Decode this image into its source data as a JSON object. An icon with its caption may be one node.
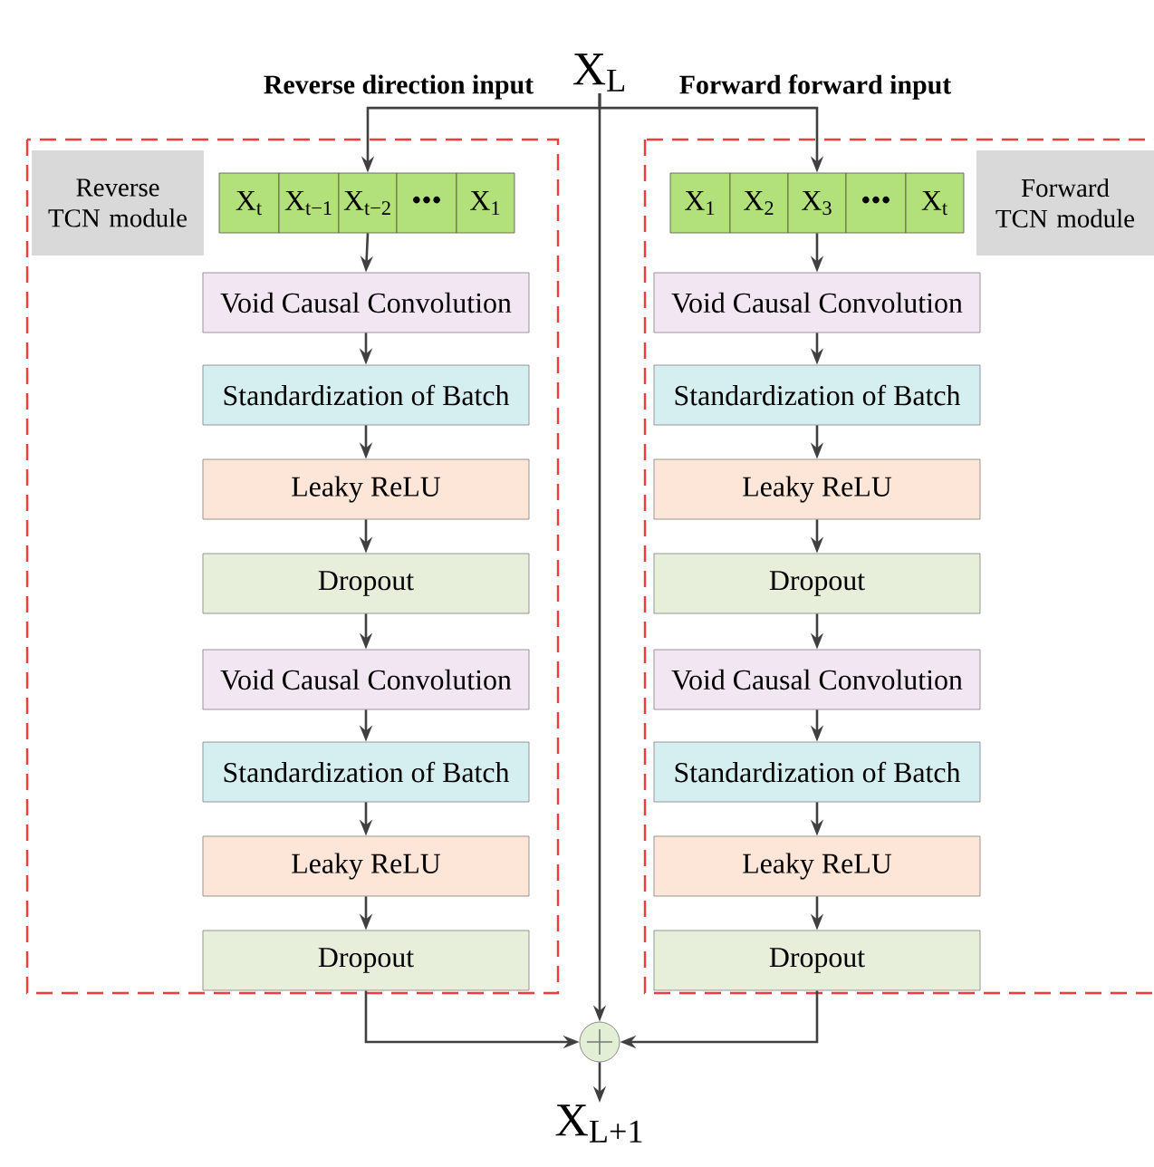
{
  "diagram": {
    "nodes": [
      {
        "text": [
          "X$_{L}$"
        ]
      },
      {
        "text": [],
        "shape": "box"
      },
      {
        "text": [
          "Reverse TCN module"
        ],
        "in": 1
      },
      {
        "text": [
          "X$_{t}$"
        ],
        "in": 1
      },
      {
        "text": [
          "X$_{t−1}$"
        ],
        "in": 1
      },
      {
        "text": [
          "X$_{t−2}$"
        ],
        "in": 1
      },
      {
        "text": [
          "•••"
        ],
        "in": 1
      },
      {
        "text": [
          "X$_{1}$"
        ],
        "in": 1
      },
      {
        "text": [
          "Void Causal Convolution"
        ],
        "in": 1
      },
      {
        "text": [
          "Standardization of Batch"
        ],
        "in": 1
      },
      {
        "text": [
          "Leaky ReLU"
        ],
        "in": 1
      },
      {
        "text": [
          "Dropout"
        ],
        "in": 1
      },
      {
        "text": [
          "Void Causal Convolution"
        ],
        "in": 1
      },
      {
        "text": [
          "Standardization of Batch"
        ],
        "in": 1
      },
      {
        "text": [
          "Leaky ReLU"
        ],
        "in": 1
      },
      {
        "text": [
          "Dropout"
        ],
        "in": 1
      },
      {
        "text": [],
        "shape": "box"
      },
      {
        "text": [
          "Forward TCN module"
        ],
        "in": 16
      },
      {
        "text": [
          "X$_{1}$"
        ],
        "in": 16
      },
      {
        "text": [
          "X$_{2}$"
        ],
        "in": 16
      },
      {
        "text": [
          "X$_{3}$"
        ],
        "in": 16
      },
      {
        "text": [
          "•••"
        ],
        "in": 16
      },
      {
        "text": [
          "X$_{t}$"
        ],
        "in": 16
      },
      {
        "text": [
          "Void Causal Convolution"
        ],
        "in": 16
      },
      {
        "text": [
          "Standardization of Batch"
        ],
        "in": 16
      },
      {
        "text": [
          "Leaky ReLU"
        ],
        "in": 16
      },
      {
        "text": [
          "Dropout"
        ],
        "in": 16
      },
      {
        "text": [
          "Void Causal Convolution"
        ],
        "in": 16
      },
      {
        "text": [
          "Standardization of Batch"
        ],
        "in": 16
      },
      {
        "text": [
          "Leaky ReLU"
        ],
        "in": 16
      },
      {
        "text": [
          "Dropout"
        ],
        "in": 16
      },
      {
        "text": [],
        "shape": "circle"
      },
      {
        "text": [
          "X$_{L+1}$"
        ]
      }
    ],
    "edges": [
      {
        "from": 0,
        "to": 5,
        "arrow": "to"
      },
      {
        "from": 0,
        "to": 20,
        "arrow": "to"
      },
      {
        "from": 0,
        "to": 31,
        "arrow": "to"
      },
      {
        "from": 5,
        "to": 8,
        "arrow": "to"
      },
      {
        "from": 8,
        "to": 9,
        "arrow": "to"
      },
      {
        "from": 9,
        "to": 10,
        "arrow": "to"
      },
      {
        "from": 10,
        "to": 11,
        "arrow": "to"
      },
      {
        "from": 11,
        "to": 12,
        "arrow": "to"
      },
      {
        "from": 12,
        "to": 13,
        "arrow": "to"
      },
      {
        "from": 13,
        "to": 14,
        "arrow": "to"
      },
      {
        "from": 14,
        "to": 15,
        "arrow": "to"
      },
      {
        "from": 20,
        "to": 23,
        "arrow": "to"
      },
      {
        "from": 23,
        "to": 24,
        "arrow": "to"
      },
      {
        "from": 24,
        "to": 25,
        "arrow": "to"
      },
      {
        "from": 25,
        "to": 26,
        "arrow": "to"
      },
      {
        "from": 26,
        "to": 27,
        "arrow": "to"
      },
      {
        "from": 27,
        "to": 28,
        "arrow": "to"
      },
      {
        "from": 28,
        "to": 29,
        "arrow": "to"
      },
      {
        "from": 29,
        "to": 30,
        "arrow": "to"
      },
      {
        "from": 15,
        "to": 31,
        "arrow": "to"
      },
      {
        "from": 30,
        "to": 31,
        "arrow": "to"
      },
      {
        "from": 31,
        "to": 32,
        "arrow": "to"
      }
    ],
    "labels": [
      "Reverse direction input",
      "Forward forward input"
    ]
  }
}
